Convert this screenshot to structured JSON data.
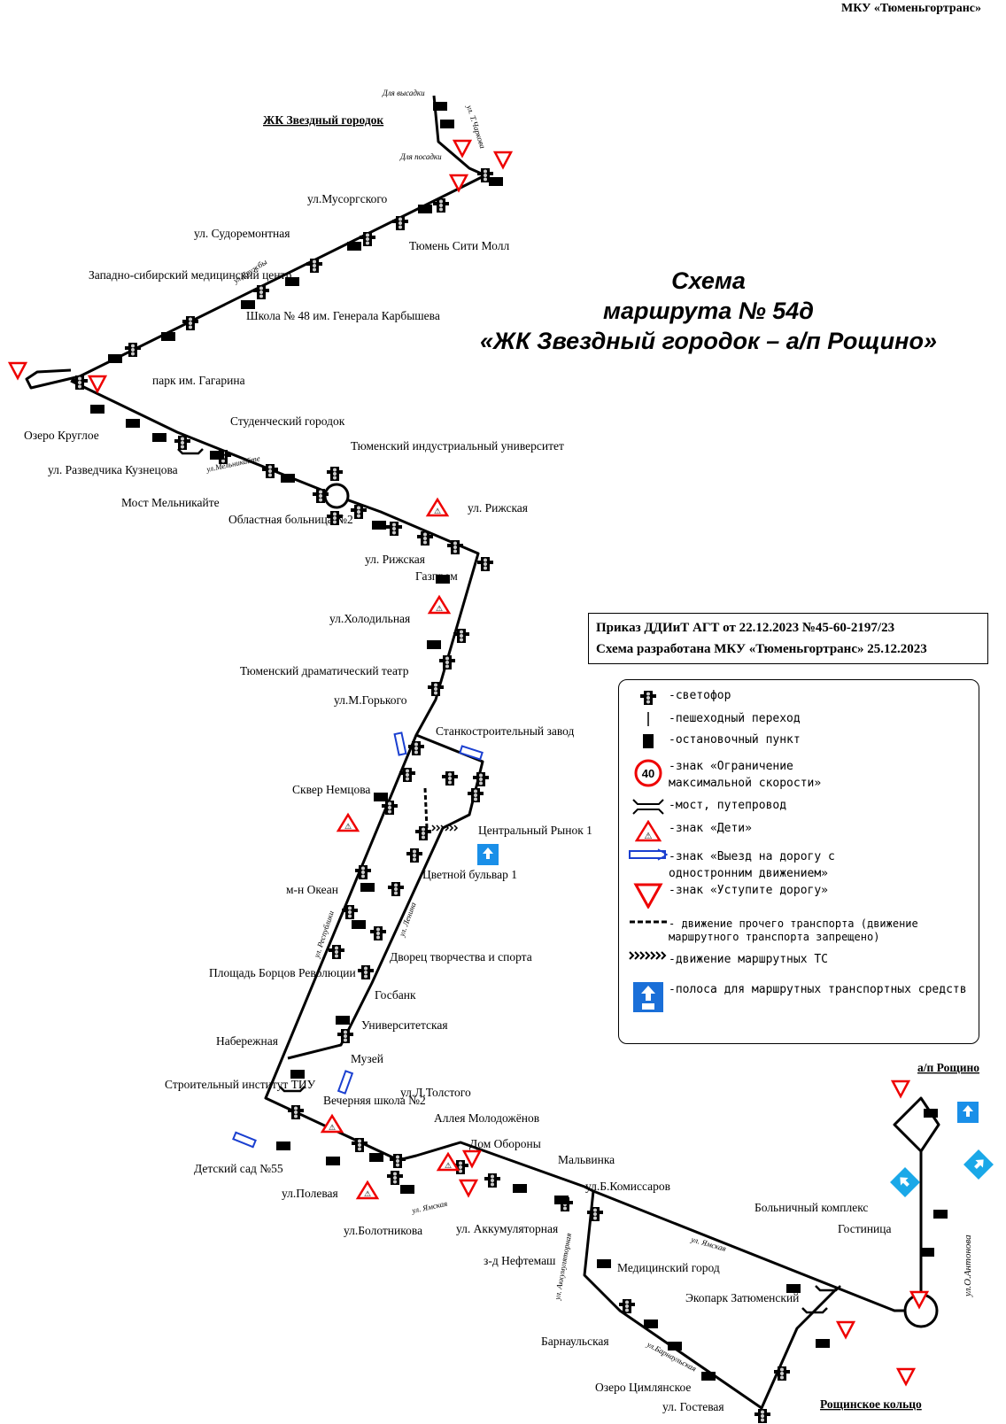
{
  "organization": "МКУ «Тюменьгортранс»",
  "title": {
    "line1": "Схема",
    "line2": "маршрута № 54д",
    "line3": "«ЖК Звездный городок – а/п Рощино»"
  },
  "order": {
    "line1": "Приказ ДДИиТ АГТ от 22.12.2023 №45-60-2197/23",
    "line2": "Схема разработана МКУ «Тюменьгортранс» 25.12.2023"
  },
  "legend": {
    "traffic_light": "-светофор",
    "crosswalk": "-пешеходный переход",
    "stop": "-остановочный пункт",
    "speed_sign": "-знак «Ограничение максимальной скорости»",
    "speed_value": "40",
    "bridge": "-мост, путепровод",
    "children": "-знак «Дети»",
    "one_way": "-знак «Выезд на дорогу с одностронним движением»",
    "give_way": "-знак «Уступите дорогу»",
    "other_traffic": "- движение прочего транспорта (движение маршрутного транспорта запрещено)",
    "route_movement": "-движение маршрутных ТС",
    "bus_lane": "-полоса для маршрутных транспортных средств"
  },
  "labels": {
    "zk": "ЖК Звездный городок",
    "drop_off": "Для высадки",
    "boarding": "Для посадки",
    "chertkova": "ул. Т.Чаркова",
    "musorgskogo": "ул.Мусоргского",
    "city_mall": "Тюмень Сити Молл",
    "sudoremontnaya": "ул. Судоремонтная",
    "druzhby": "ул.Дружбы",
    "med_center": "Западно-сибирский медицинский центр",
    "school48": "Школа № 48 им. Генерала Карбышева",
    "gagarin_park": "парк им. Гагарина",
    "ozero_krugloe": "Озеро Круглое",
    "razvedchika": "ул. Разведчика Кузнецова",
    "most": "Мост Мельникайте",
    "melnikaite": "ул.Мельникайте",
    "stud_gorodok": "Студенческий городок",
    "obl_bolnitsa": "Областная больница №2",
    "tiu": "Тюменский индустриальный университет",
    "rizhskaya1": "ул. Рижская",
    "rizhskaya2": "ул. Рижская",
    "gazprom": "Газпром",
    "holodilnaya": "ул.Холодильная",
    "drama_theatre": "Тюменский драматический театр",
    "gorkogo": "ул.М.Горького",
    "stanko": "Станкостроительный завод",
    "skver": "Сквер Немцова",
    "central_market": "Центральный Рынок 1",
    "tsvetnoy": "Цветной бульвар 1",
    "okean": "м-н Океан",
    "respubliki": "ул. Республики",
    "lenina": "ул. Ленина",
    "dvorets": "Дворец творчества и спорта",
    "ploshchad": "Площадь Борцов Революции",
    "gosbank": "Госбанк",
    "universitetskaya": "Университетская",
    "naberezhnaya": "Набережная",
    "muzey": "Музей",
    "stroit": "Строительный институт ТИУ",
    "vech_school": "Вечерняя школа №2",
    "tolstogo": "ул.Л.Толстого",
    "alleya": "Аллея Молодожёнов",
    "dom_oborony": "Дом Обороны",
    "malvinka": "Мальвинка",
    "detsad": "Детский сад №55",
    "polevaya": "ул.Полевая",
    "bolotnikova": "ул.Болотникова",
    "yamskaya1": "ул. Ямская",
    "b_komissarov": "ул.Б.Комиссаров",
    "akkumulyatornaya": "ул. Аккумуляторная",
    "akkum_street": "ул. Аккумуляторная",
    "neftemash": "з-д Нефтемаш",
    "yamskaya2": "ул. Ямская",
    "bolnichny": "Больничный комплекс",
    "med_gorod": "Медицинский город",
    "ekopark": "Экопарк Затюменский",
    "barnaulskaya": "Барнаульская",
    "barnaul_street": "ул.Барнаульская",
    "tsimlyanskoe": "Озеро Цимлянское",
    "gostevaya": "ул. Гостевая",
    "roshchinskoe": "Рощинское кольцо",
    "roshchino": "а/п Рощино",
    "gostinitsa": "Гостиница",
    "antonova": "ул.О.Антонова"
  }
}
